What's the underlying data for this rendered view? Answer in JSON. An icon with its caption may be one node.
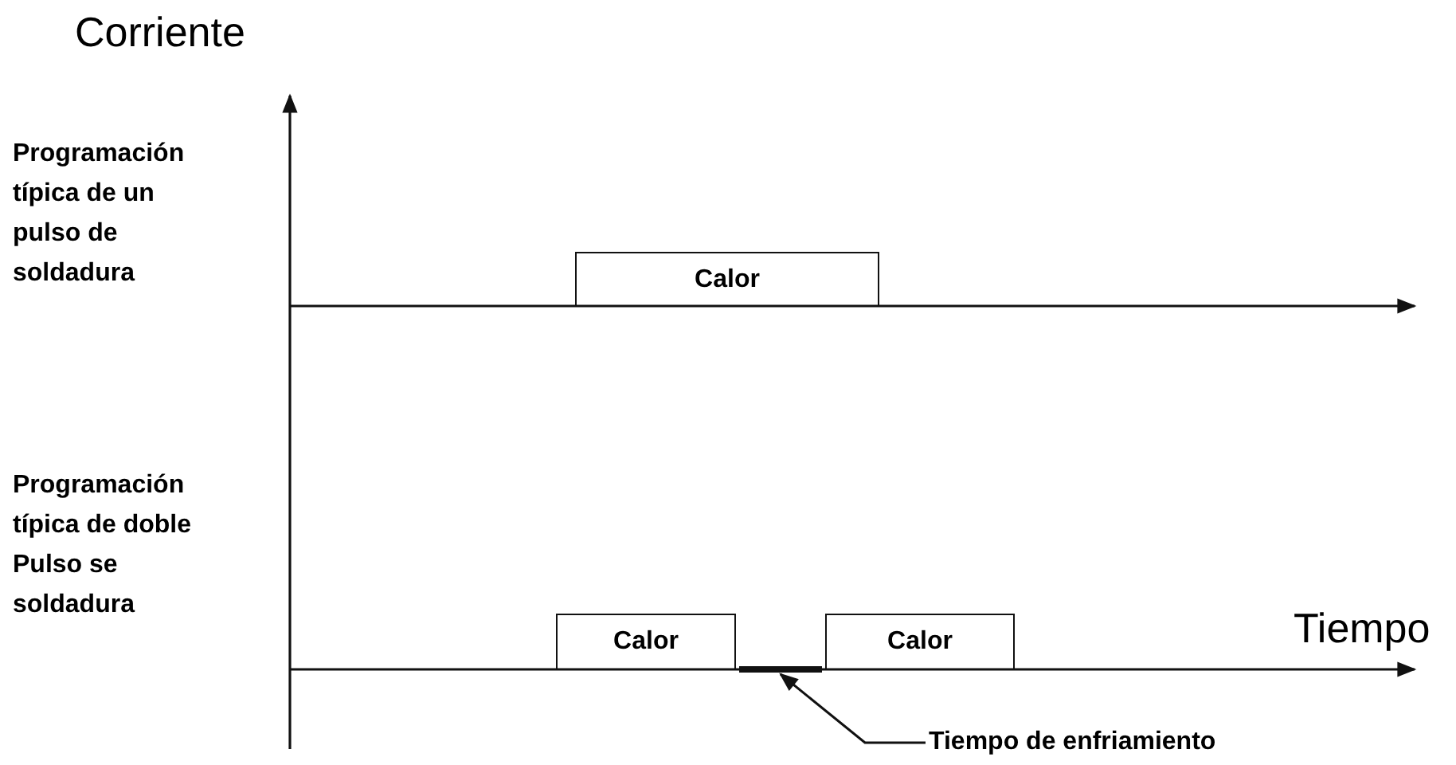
{
  "diagram": {
    "nodes": [
      {
        "text": [
          "Calor"
        ]
      },
      {
        "text": [
          "Calor"
        ]
      },
      {
        "text": [
          "Calor"
        ]
      },
      {
        "text": [
          "Tiempo de enfriamiento"
        ]
      },
      {
        "text": [],
        "shape": "bar"
      }
    ],
    "edges": [
      {
        "from": 3,
        "to": 4,
        "arrow": "to"
      }
    ],
    "labels": [
      "Corriente",
      "Programación típica de un pulso de soldadura",
      "Programación típica de doble Pulso se soldadura",
      "Tiempo"
    ]
  }
}
